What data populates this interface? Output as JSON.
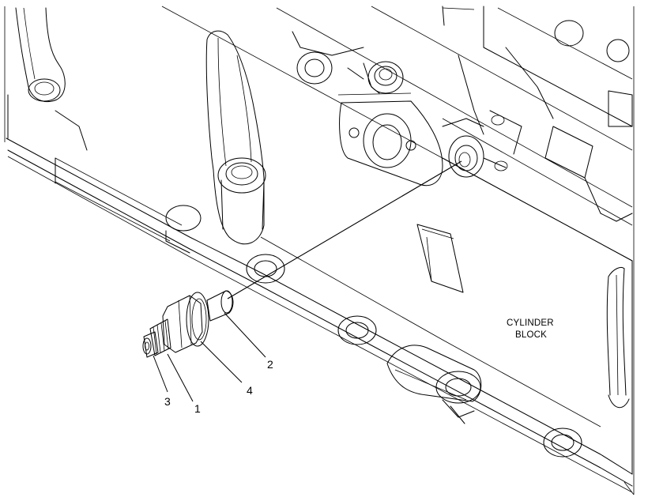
{
  "diagram": {
    "block_label_line1": "CYLINDER",
    "block_label_line2": "BLOCK",
    "callouts": [
      "1",
      "2",
      "3",
      "4"
    ]
  },
  "colors": {
    "line": "#000000",
    "background": "#ffffff"
  }
}
